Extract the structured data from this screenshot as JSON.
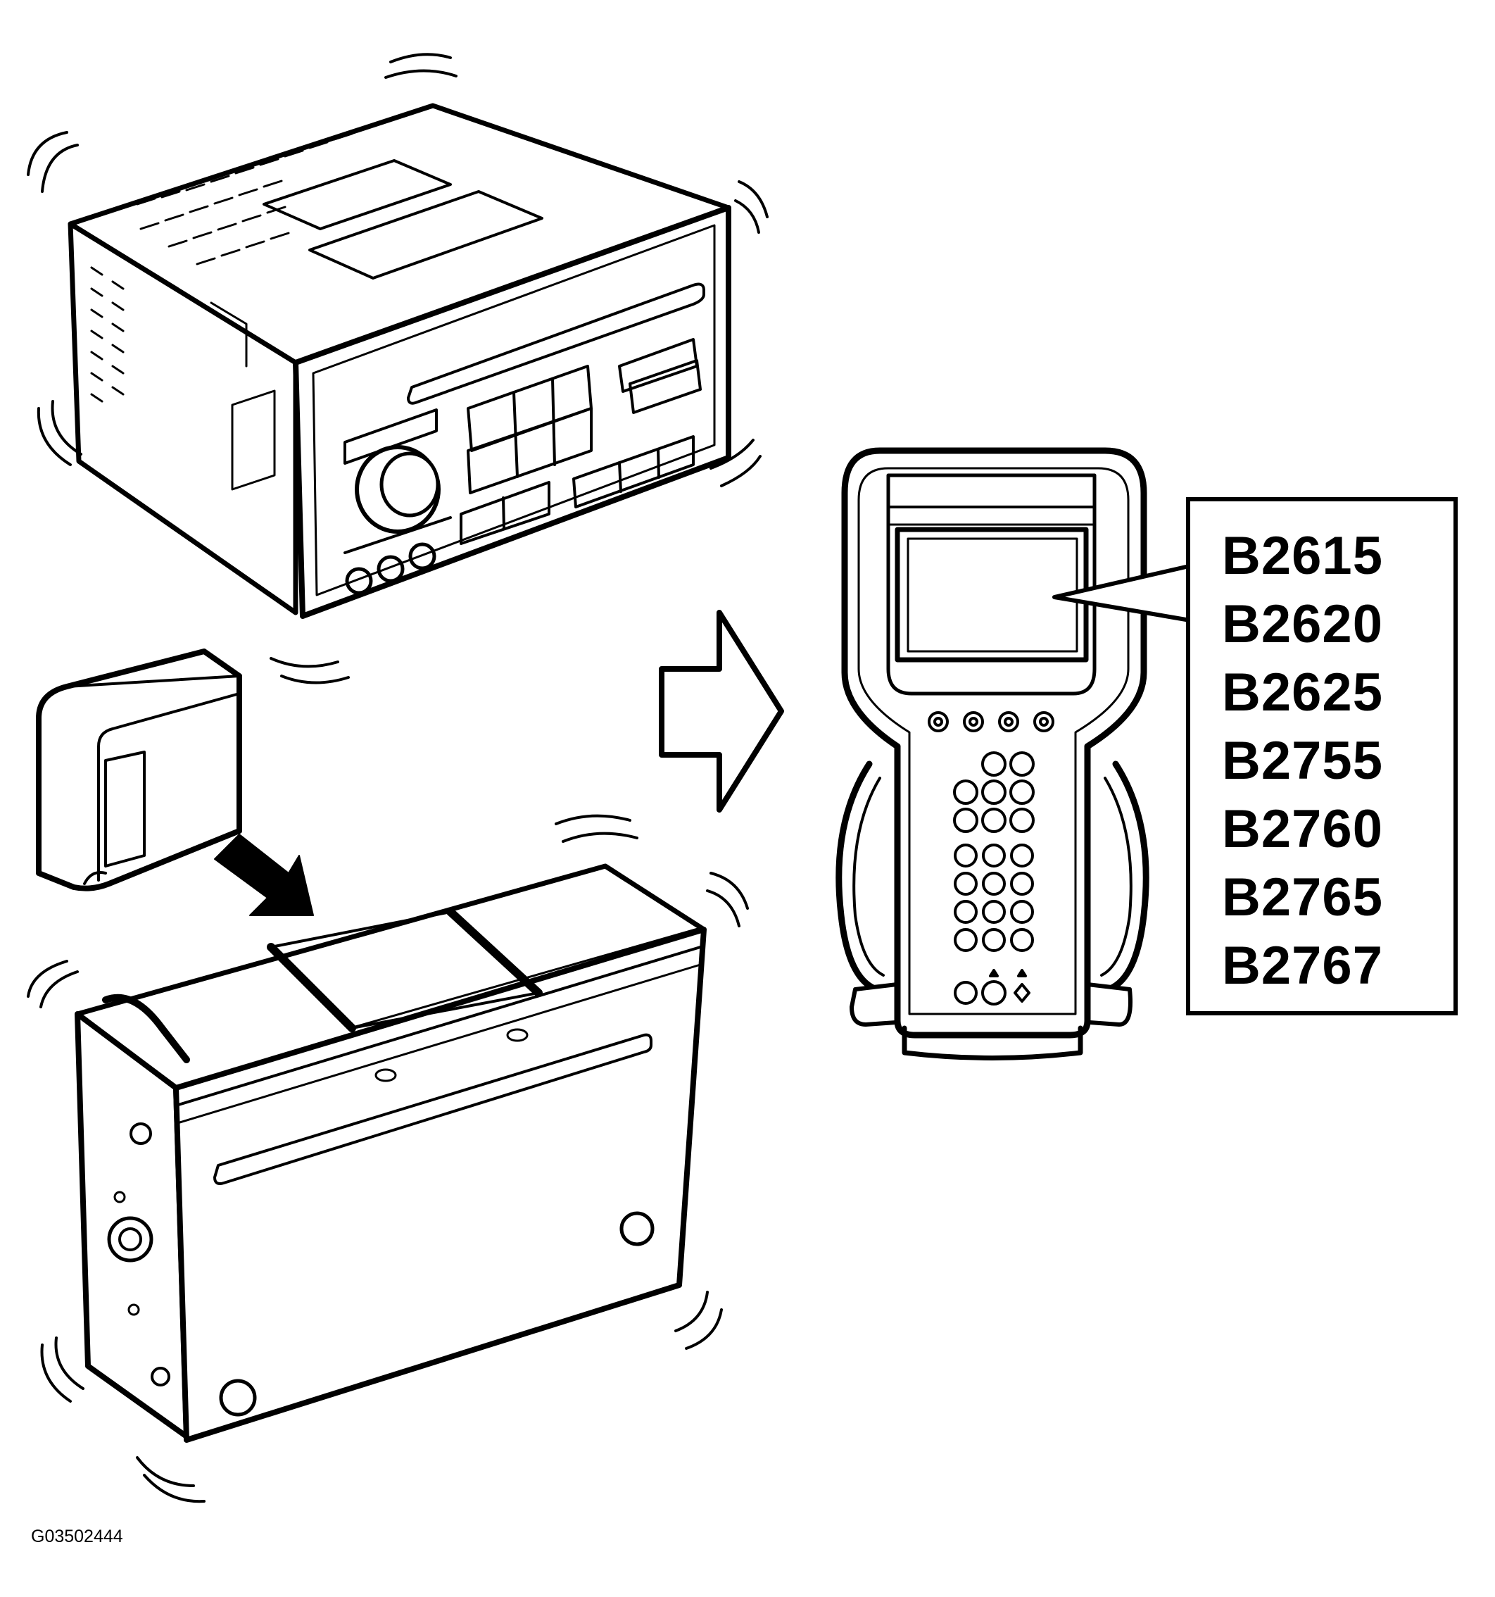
{
  "dtc_codes": [
    "B2615",
    "B2620",
    "B2625",
    "B2755",
    "B2760",
    "B2765",
    "B2767"
  ],
  "figure_id": "G03502444",
  "colors": {
    "line": "#000000",
    "background": "#ffffff"
  },
  "icons": [
    "radio-head-unit-icon",
    "cd-changer-icon",
    "cartridge-icon",
    "insert-arrow-icon",
    "hollow-arrow-icon",
    "scan-tool-icon"
  ]
}
